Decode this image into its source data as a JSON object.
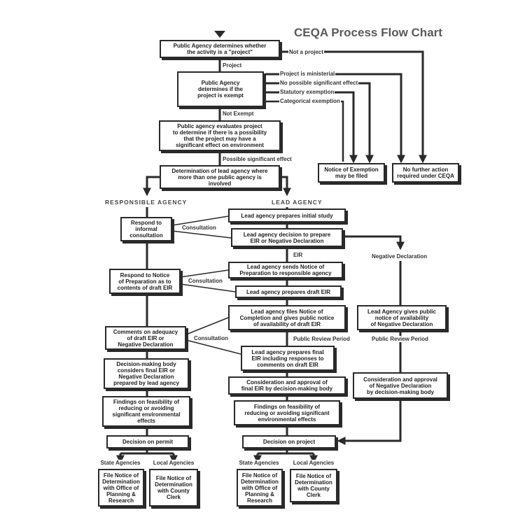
{
  "title": "CEQA Process Flow Chart",
  "headers": {
    "responsible": "RESPONSIBLE AGENCY",
    "lead": "LEAD AGENCY"
  },
  "boxes": {
    "determine_project": "Public Agency determines whether\nthe activity is a \"project\"",
    "determine_exempt": "Public Agency\ndetermines if the\nproject is exempt",
    "evaluate_project": "Public agency evaluates project\nto determine if there is a possibility\nthat the project may have a\nsignificant effect on environment",
    "lead_agency_determination": "Determination of lead agency where\nmore than one public agency is\ninvolved",
    "notice_exemption": "Notice of Exemption\nmay be filed",
    "no_further_action": "No further action\nrequired under CEQA",
    "respond_informal": "Respond to\ninformal\nconsultation",
    "initial_study": "Lead agency prepares initial study",
    "eir_or_negdec": "Lead agency decision to prepare\nEIR or Negative Declaration",
    "respond_nop": "Respond to Notice\nof Preparation as to\ncontents of draft EIR",
    "send_nop": "Lead agency sends Notice of\nPreparation to responsible agency",
    "prepare_draft": "Lead agency prepares draft EIR",
    "files_completion": "Lead agency files Notice of\nCompletion and gives public notice\nof availability of draft EIR",
    "comments_adequacy": "Comments on adequacy\nof draft EIR or\nNegative Declaration",
    "prepare_final": "Lead agency prepares final\nEIR including responses to\ncomments on draft EIR",
    "decision_body_considers": "Decision-making body\nconsiders final EIR or\nNegative Declaration\nprepared by lead agency",
    "consideration_final": "Consideration and approval of\nfinal EIR by decision-making body",
    "findings_responsible": "Findings on feasibility of\nreducing or avoiding\nsignificant environmental\neffects",
    "findings_lead": "Findings on feasibility of\nreducing or avoiding significant\nenvironmental effects",
    "decision_permit": "Decision on permit",
    "decision_project": "Decision on project",
    "negdec_notice": "Lead Agency gives public\nnotice of availability\nof Negative Declaration",
    "negdec_consideration": "Consideration and approval\nof Negative Declaration\nby decision-making body",
    "file_opr_resp": "File Notice of\nDetermination\nwith Office of\nPlanning &\nResearch",
    "file_clerk_resp": "File Notice of\nDetermination\nwith County\nClerk",
    "file_opr_lead": "File Notice of\nDetermination\nwith Office of\nPlanning &\nResearch",
    "file_clerk_lead": "File Notice of\nDetermination\nwith County\nClerk"
  },
  "labels": {
    "not_a_project": "Not a project",
    "project": "Project",
    "ministerial": "Project is ministerial",
    "no_possible_effect": "No possible significant effect",
    "statutory": "Statutory exemption",
    "categorical": "Categorical exemption",
    "not_exempt": "Not Exempt",
    "possible_effect": "Possible significant effect",
    "consultation_1": "Consultation",
    "consultation_2": "Consultation",
    "consultation_3": "Consultation",
    "eir": "EIR",
    "negative_declaration": "Negative Declaration",
    "public_review_lead": "Public Review Period",
    "public_review_negdec": "Public Review Period",
    "state_agencies_resp": "State Agencies",
    "local_agencies_resp": "Local Agencies",
    "state_agencies_lead": "State Agencies",
    "local_agencies_lead": "Local Agencies"
  },
  "colors": {
    "line": "#2a2a2a",
    "title": "#5a5a5a"
  }
}
